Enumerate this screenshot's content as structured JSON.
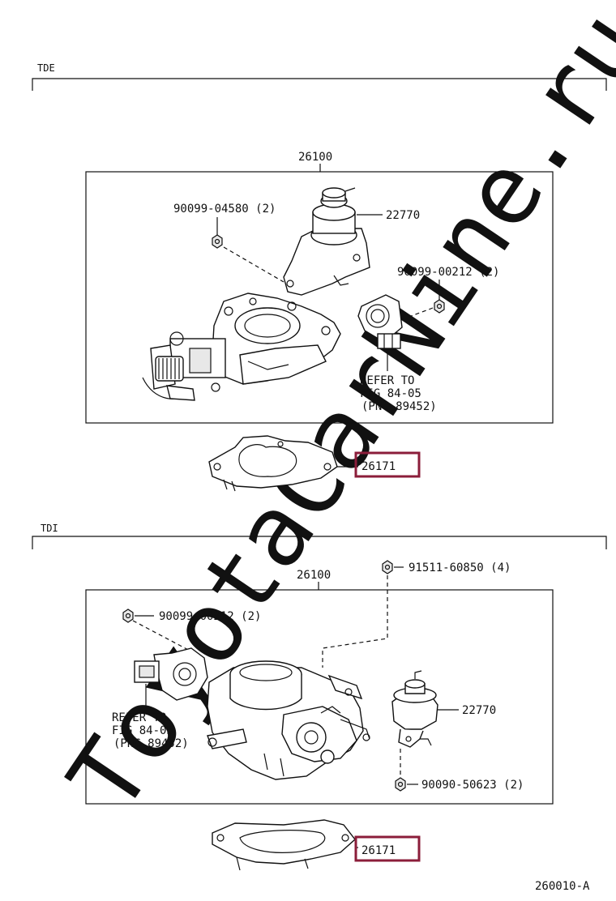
{
  "watermark": "ToyotaCarNine.ru",
  "figure_code": "260010-A",
  "sections": [
    {
      "id": "tde",
      "label": "TDE",
      "assembly": "26100",
      "callouts": {
        "bolt": "90099-04580 (2)",
        "vsv": "22770",
        "screw": "90099-00212 (2)",
        "refer_1": "REFER TO",
        "refer_2": "FIG 84-05",
        "refer_3": "(PNC 89452)"
      },
      "gasket": "26171"
    },
    {
      "id": "tdi",
      "label": "TDI",
      "assembly": "26100",
      "callouts": {
        "bolt_top": "91511-60850 (4)",
        "screw": "90099-00212 (2)",
        "vsv": "22770",
        "bolt_bottom": "90090-50623 (2)",
        "refer_1": "REFER TO",
        "refer_2": "FIG 84-05",
        "refer_3": "(PNC 89452)"
      },
      "gasket": "26171"
    }
  ]
}
